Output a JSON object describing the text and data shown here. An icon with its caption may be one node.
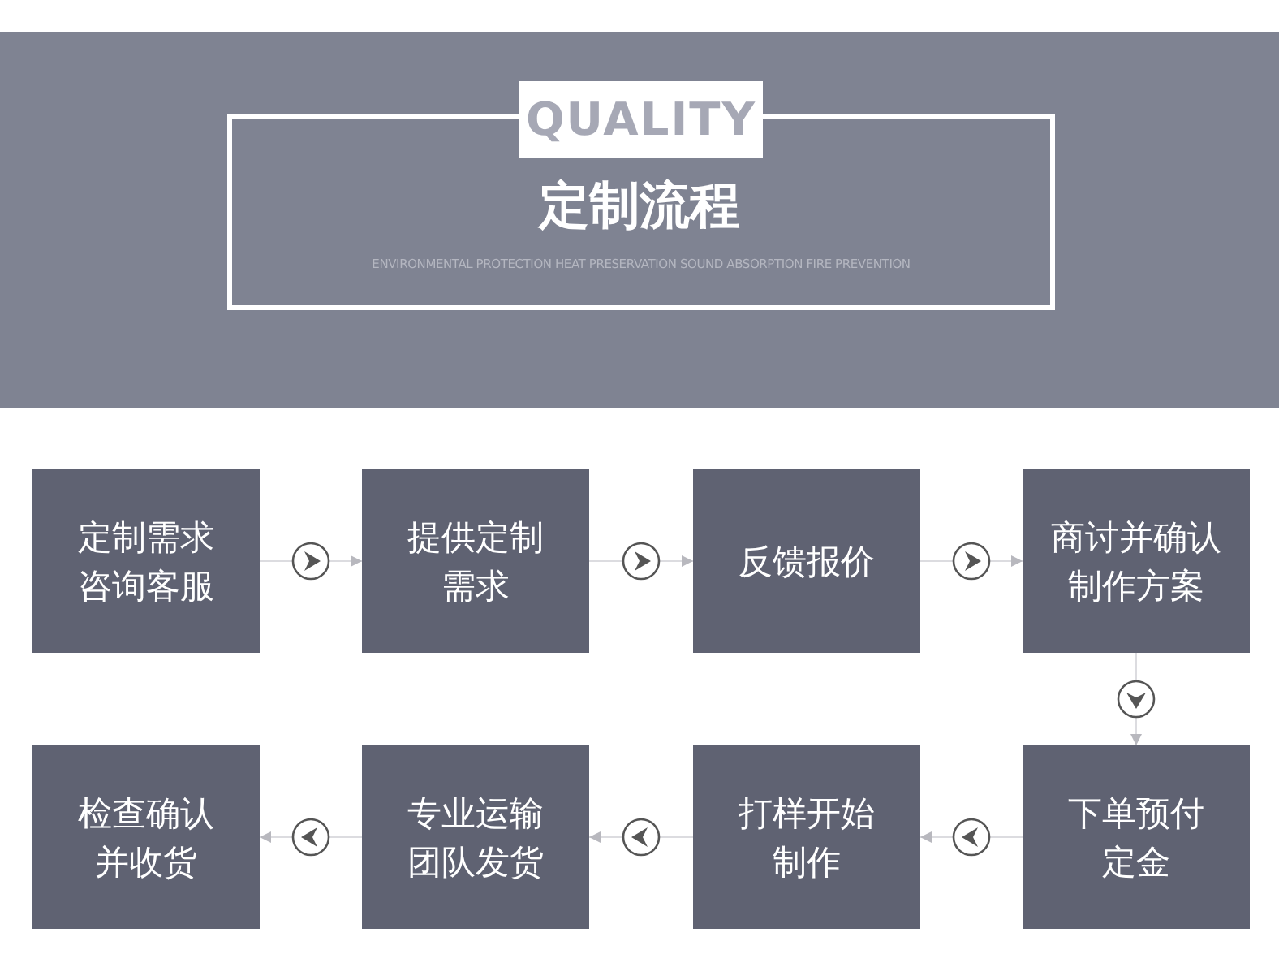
{
  "diagram": {
    "title": "定制流程",
    "nodes": [
      {
        "text": [
          "定制需求咨询客服"
        ]
      },
      {
        "text": [
          "提供定制需求"
        ]
      },
      {
        "text": [
          "反馈报价"
        ]
      },
      {
        "text": [
          "商讨并确认制作方案"
        ]
      },
      {
        "text": [
          "检查确认并收货"
        ]
      },
      {
        "text": [
          "专业运输团队发货"
        ]
      },
      {
        "text": [
          "打样开始制作"
        ]
      },
      {
        "text": [
          "下单预付定金"
        ]
      }
    ],
    "edges": [
      {
        "from": 0,
        "to": 1,
        "arrow": "to"
      },
      {
        "from": 1,
        "to": 2,
        "arrow": "to"
      },
      {
        "from": 2,
        "to": 3,
        "arrow": "to"
      },
      {
        "from": 3,
        "to": 7,
        "arrow": "to"
      },
      {
        "from": 7,
        "to": 6,
        "arrow": "to"
      },
      {
        "from": 6,
        "to": 5,
        "arrow": "to"
      },
      {
        "from": 5,
        "to": 4,
        "arrow": "to"
      }
    ],
    "labels": [
      "QUALITY",
      "ENVIRONMENTAL PROTECTION HEAT PRESERVATION SOUND ABSORPTION FIRE PREVENTION"
    ]
  }
}
